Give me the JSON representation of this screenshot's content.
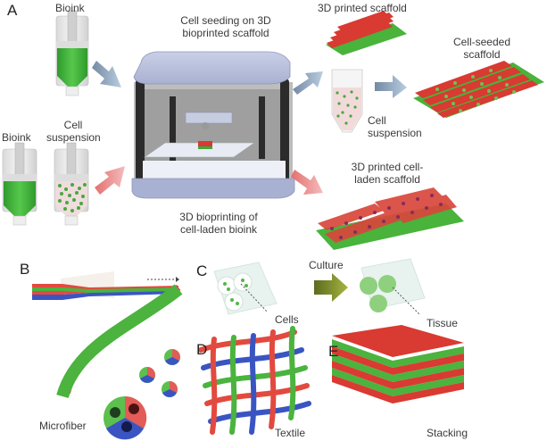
{
  "panels": {
    "a": {
      "letter": "A"
    },
    "b": {
      "letter": "B"
    },
    "c": {
      "letter": "C"
    },
    "d": {
      "letter": "D"
    },
    "e": {
      "letter": "E"
    }
  },
  "panel_a": {
    "bioink_top": "Bioink",
    "bioink_bottom": "Bioink",
    "cell_suspension_left": [
      "Cell",
      "suspension"
    ],
    "cell_seeding": [
      "Cell seeding on 3D",
      "bioprinted scaffold"
    ],
    "bioprinting": [
      "3D bioprinting of",
      "cell-laden bioink"
    ],
    "printed_scaffold": "3D printed scaffold",
    "cell_seeded": [
      "Cell-seeded",
      "scaffold"
    ],
    "cell_suspension_right": [
      "Cell",
      "suspension"
    ],
    "cell_laden": [
      "3D printed cell-",
      "laden scaffold"
    ]
  },
  "panel_b": {
    "microfiber": "Microfiber"
  },
  "panel_c": {
    "culture": "Culture",
    "cells": "Cells",
    "tissue": "Tissue"
  },
  "panel_d": {
    "textile": "Textile"
  },
  "panel_e": {
    "stacking": "Stacking"
  },
  "colors": {
    "bioink_green": "#3fb83a",
    "scaffold_red": "#e0423a",
    "fiber_blue": "#3550c0",
    "printer_frame": "#b9c0dc",
    "arrow_blue": "#8fa6bf",
    "arrow_red": "#e68f8f",
    "arrow_olive": "#7b8a2c"
  }
}
